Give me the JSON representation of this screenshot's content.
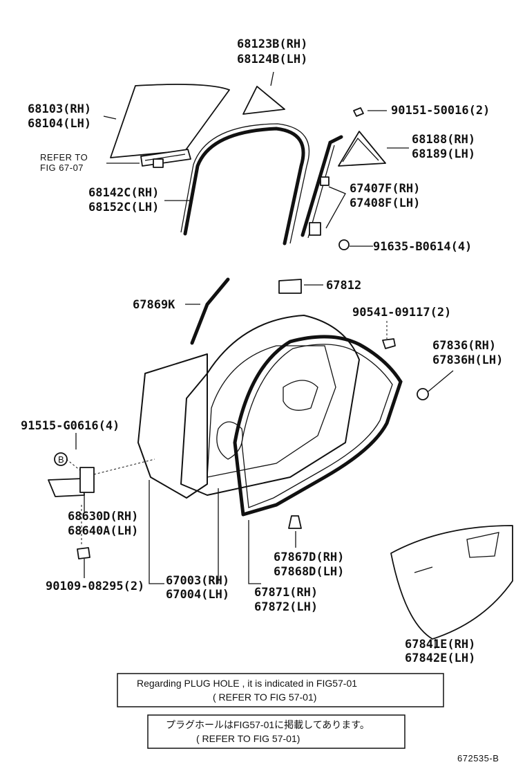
{
  "parts": {
    "p68123": [
      "68123B(RH)",
      "68124B(LH)"
    ],
    "p68103": [
      "68103(RH)",
      "68104(LH)"
    ],
    "refer6707": [
      "REFER TO",
      "FIG 67-07"
    ],
    "p90151": [
      "90151-50016(2)"
    ],
    "p68188": [
      "68188(RH)",
      "68189(LH)"
    ],
    "p68142": [
      "68142C(RH)",
      "68152C(LH)"
    ],
    "p67407": [
      "67407F(RH)",
      "67408F(LH)"
    ],
    "p91635": [
      "91635-B0614(4)"
    ],
    "p67812": [
      "67812"
    ],
    "p67869": [
      "67869K"
    ],
    "p90541": [
      "90541-09117(2)"
    ],
    "p67836": [
      "67836(RH)",
      "67836H(LH)"
    ],
    "p91515": [
      "91515-G0616(4)"
    ],
    "bmark": [
      "B"
    ],
    "p68630": [
      "68630D(RH)",
      "68640A(LH)"
    ],
    "p67867": [
      "67867D(RH)",
      "67868D(LH)"
    ],
    "p90109": [
      "90109-08295(2)"
    ],
    "p67003": [
      "67003(RH)",
      "67004(LH)"
    ],
    "p67871": [
      "67871(RH)",
      "67872(LH)"
    ],
    "p67841": [
      "67841E(RH)",
      "67842E(LH)"
    ]
  },
  "notes": {
    "en_line1": "Regarding PLUG HOLE , it is indicated in FIG57-01",
    "en_line2": "( REFER TO FIG 57-01)",
    "jp_line1": "プラグホールはFIG57-01に掲載してあります。",
    "jp_line2": "( REFER TO FIG 57-01)"
  },
  "figure_id": "672535-B"
}
